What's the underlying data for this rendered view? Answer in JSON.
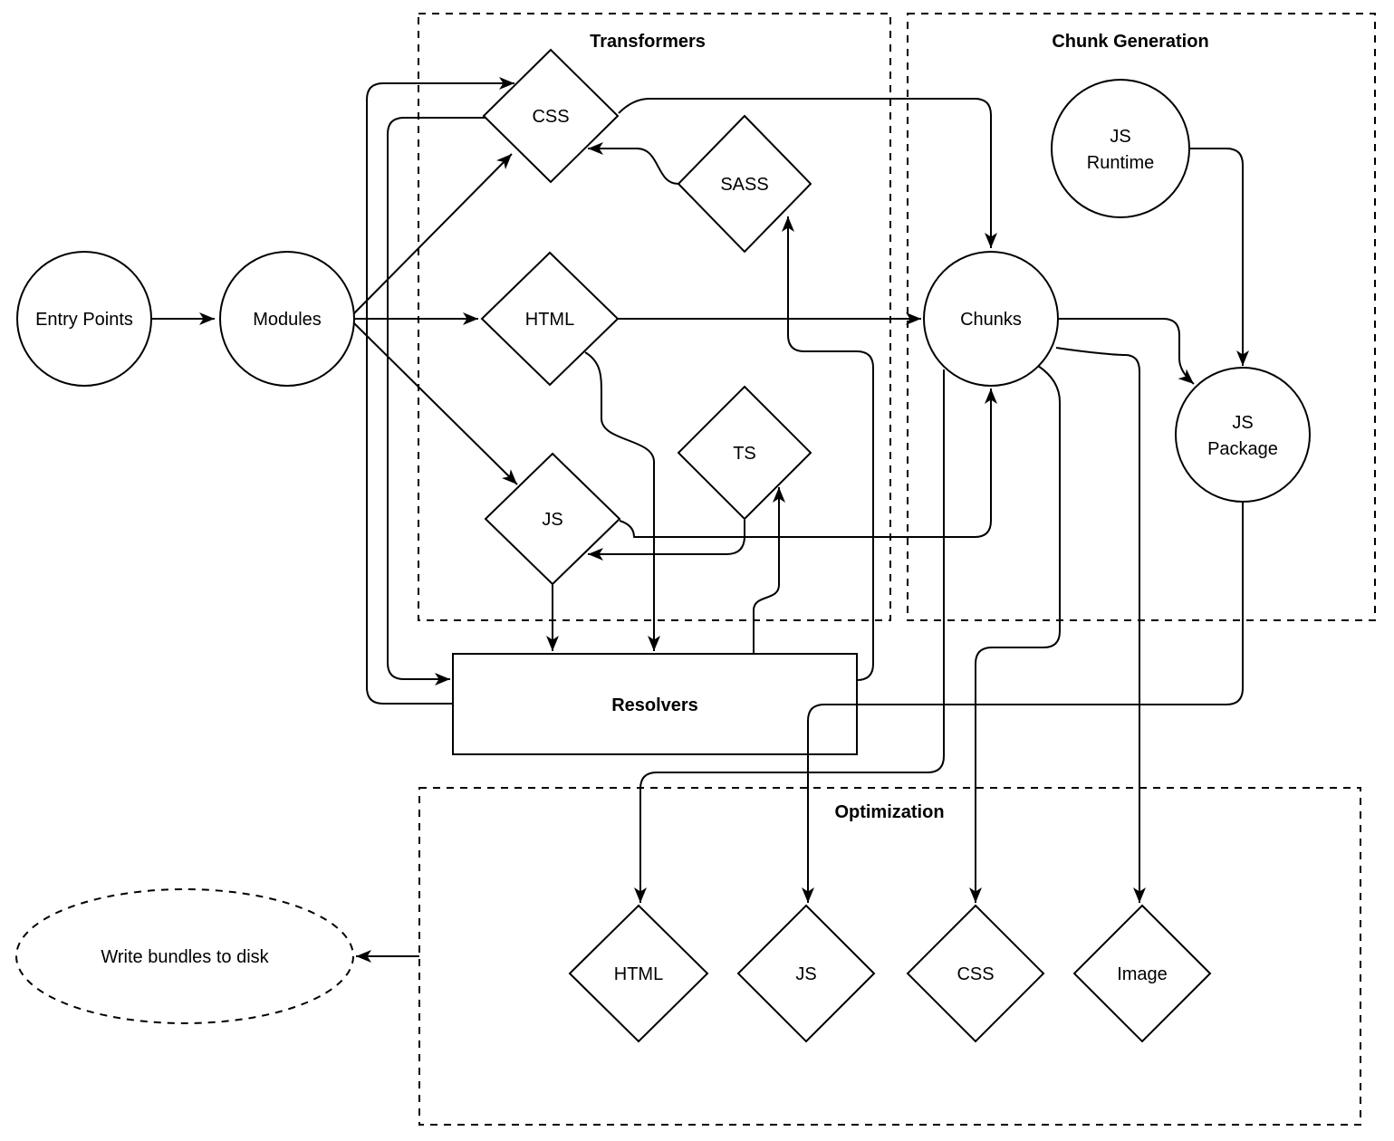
{
  "diagram": {
    "background_color": "#ffffff",
    "stroke_color": "#000000",
    "groups": {
      "transformers": {
        "title": "Transformers"
      },
      "chunk_generation": {
        "title": "Chunk Generation"
      },
      "optimization": {
        "title": "Optimization"
      }
    },
    "nodes": {
      "entry_points": {
        "label": "Entry Points",
        "shape": "circle"
      },
      "modules": {
        "label": "Modules",
        "shape": "circle"
      },
      "transformer_css": {
        "label": "CSS",
        "shape": "diamond"
      },
      "transformer_sass": {
        "label": "SASS",
        "shape": "diamond"
      },
      "transformer_html": {
        "label": "HTML",
        "shape": "diamond"
      },
      "transformer_ts": {
        "label": "TS",
        "shape": "diamond"
      },
      "transformer_js": {
        "label": "JS",
        "shape": "diamond"
      },
      "resolvers": {
        "label": "Resolvers",
        "shape": "rectangle"
      },
      "chunks": {
        "label": "Chunks",
        "shape": "circle"
      },
      "js_runtime": {
        "label_line1": "JS",
        "label_line2": "Runtime",
        "shape": "circle"
      },
      "js_package": {
        "label_line1": "JS",
        "label_line2": "Package",
        "shape": "circle"
      },
      "optimizer_html": {
        "label": "HTML",
        "shape": "diamond"
      },
      "optimizer_js": {
        "label": "JS",
        "shape": "diamond"
      },
      "optimizer_css": {
        "label": "CSS",
        "shape": "diamond"
      },
      "optimizer_image": {
        "label": "Image",
        "shape": "dashed-ellipse-member-diamond"
      },
      "write_bundles": {
        "label": "Write bundles to disk",
        "shape": "dashed-ellipse"
      }
    },
    "edges": [
      {
        "from": "entry_points",
        "to": "modules"
      },
      {
        "from": "modules",
        "to": "transformer_css"
      },
      {
        "from": "modules",
        "to": "transformer_html"
      },
      {
        "from": "modules",
        "to": "transformer_js"
      },
      {
        "from": "transformer_css",
        "to": "chunks"
      },
      {
        "from": "transformer_sass",
        "to": "transformer_css"
      },
      {
        "from": "transformer_css",
        "to": "resolvers"
      },
      {
        "from": "resolvers",
        "to": "transformer_css"
      },
      {
        "from": "transformer_html",
        "to": "chunks"
      },
      {
        "from": "transformer_html",
        "to": "resolvers"
      },
      {
        "from": "transformer_js",
        "to": "resolvers"
      },
      {
        "from": "transformer_js",
        "to": "chunks"
      },
      {
        "from": "transformer_ts",
        "to": "transformer_js"
      },
      {
        "from": "resolvers",
        "to": "transformer_ts"
      },
      {
        "from": "resolvers",
        "to": "transformer_sass"
      },
      {
        "from": "chunks",
        "to": "js_package"
      },
      {
        "from": "js_runtime",
        "to": "js_package"
      },
      {
        "from": "js_package",
        "to": "optimizer_js"
      },
      {
        "from": "chunks",
        "to": "optimizer_html"
      },
      {
        "from": "chunks",
        "to": "optimizer_css"
      },
      {
        "from": "chunks",
        "to": "optimizer_image"
      },
      {
        "from": "optimization",
        "to": "write_bundles"
      }
    ]
  }
}
